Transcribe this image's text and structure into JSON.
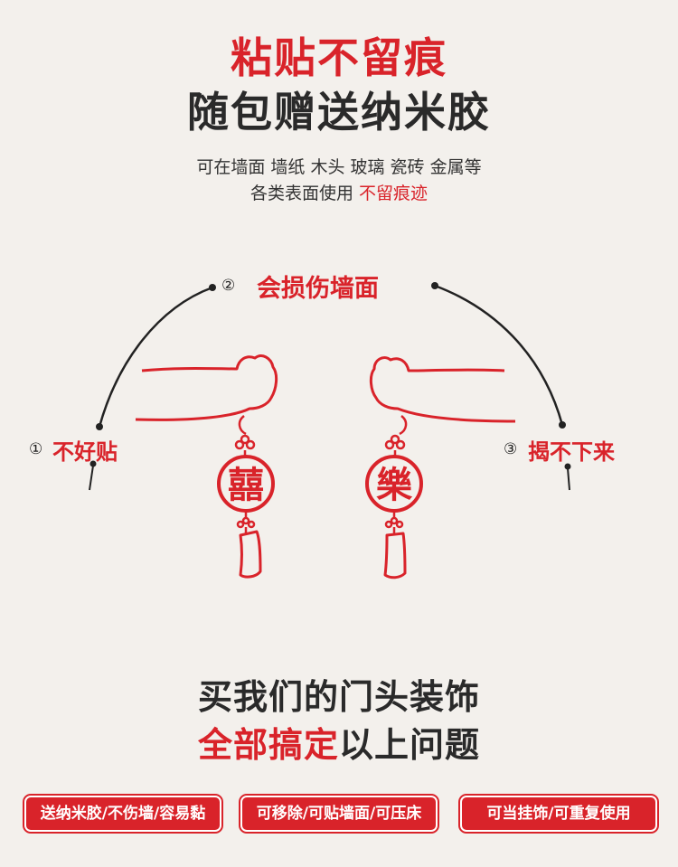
{
  "headline": {
    "line1": "粘贴不留痕",
    "line2": "随包赠送纳米胶"
  },
  "description": {
    "line1": "可在墙面 墙纸 木头 玻璃 瓷砖 金属等",
    "line2_prefix": "各类表面使用",
    "line2_highlight": "不留痕迹"
  },
  "problems": [
    {
      "number": "①",
      "text": "不好贴"
    },
    {
      "number": "②",
      "text": "会损伤墙面"
    },
    {
      "number": "③",
      "text": "揭不下来"
    }
  ],
  "ornaments": {
    "left_char": "囍",
    "right_char": "樂"
  },
  "conclusion": {
    "line1": "买我们的门头装饰",
    "line2_highlight": "全部搞定",
    "line2_rest": "以上问题"
  },
  "features": [
    "送纳米胶/不伤墙/容易黏",
    "可移除/可贴墙面/可压床",
    "可当挂饰/可重复使用"
  ],
  "colors": {
    "accent": "#d9232a",
    "background": "#f3f0ec",
    "text": "#2a2a2a"
  }
}
